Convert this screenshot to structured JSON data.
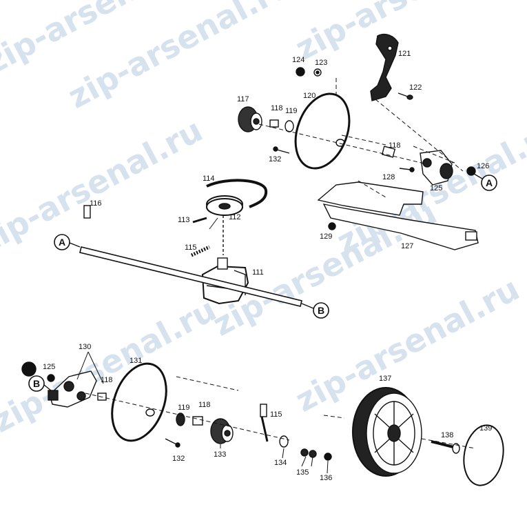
{
  "watermark": {
    "text_a": "zip-arsenal.ru",
    "text_b": "zip-arsenal.ru",
    "text_c": "zip-arsenal.ru",
    "text_d": "zip-arsenal.ru",
    "text_e": "zip-arsenal.ru",
    "text_f": "zip-arsenal.ru",
    "text_g": "zip-arsenal.ru",
    "text_h": "zip-arsenal.ru",
    "color": "#d7e2ef"
  },
  "connectors": {
    "a1": "A",
    "a2": "A",
    "b1": "B",
    "b2": "B"
  },
  "parts": {
    "p111": "111",
    "p112": "112",
    "p113": "113",
    "p114": "114",
    "p115a": "115",
    "p115b": "115",
    "p116": "116",
    "p117": "117",
    "p118a": "118",
    "p118b": "118",
    "p118c": "118",
    "p118d": "118",
    "p119a": "119",
    "p119b": "119",
    "p120": "120",
    "p121": "121",
    "p122": "122",
    "p123": "123",
    "p124": "124",
    "p125a": "125",
    "p125b": "125",
    "p126": "126",
    "p127": "127",
    "p128": "128",
    "p129": "129",
    "p130": "130",
    "p131": "131",
    "p132a": "132",
    "p132b": "132",
    "p133": "133",
    "p134": "134",
    "p135": "135",
    "p136": "136",
    "p137": "137",
    "p138": "138",
    "p139": "139"
  },
  "line_color": "#111111"
}
